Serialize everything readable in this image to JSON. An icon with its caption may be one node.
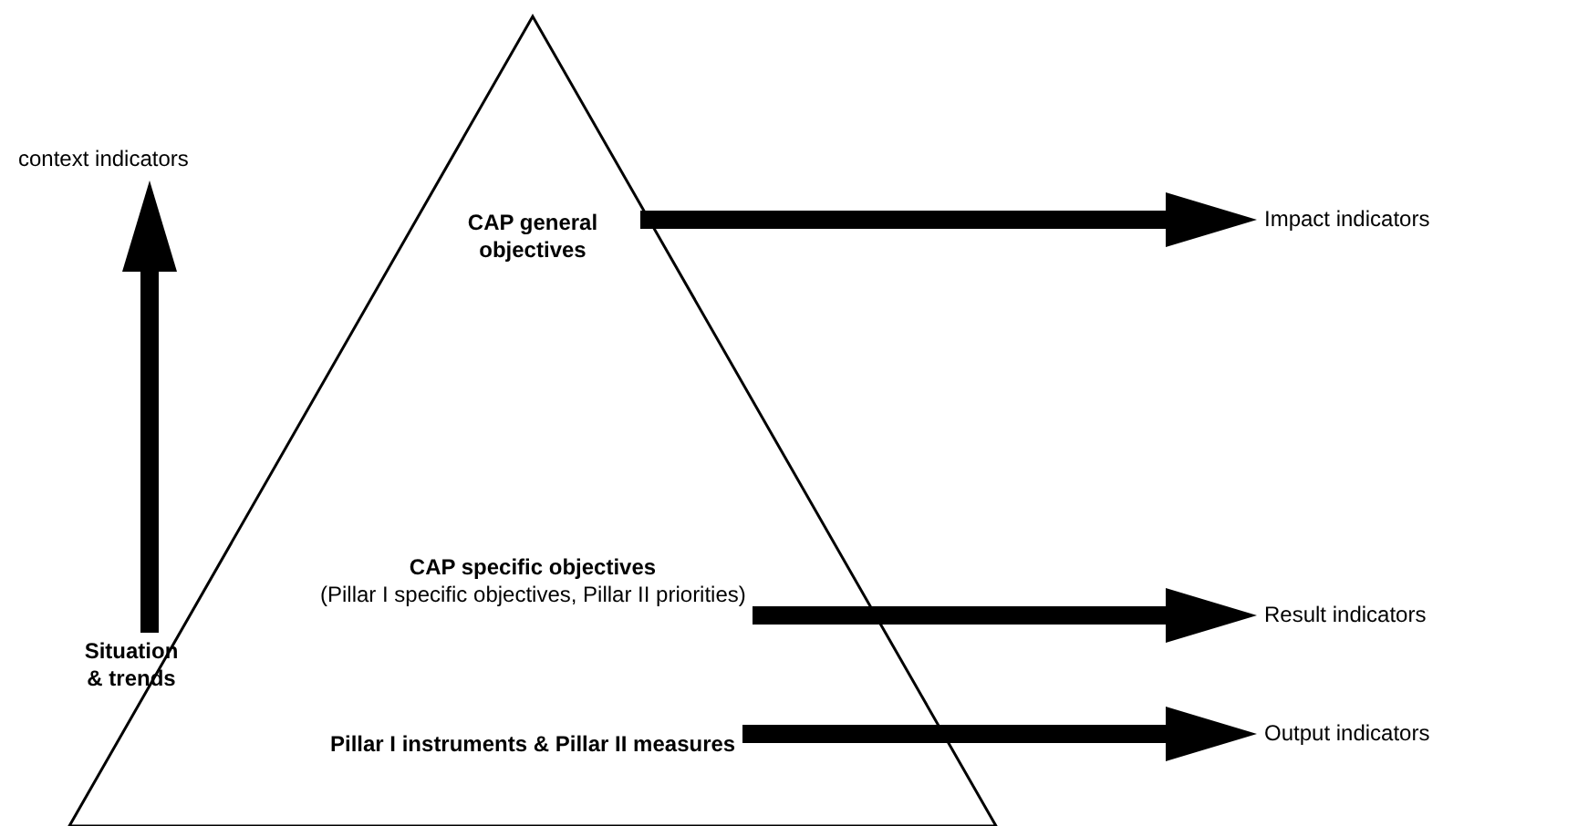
{
  "diagram": {
    "nodes": [
      {
        "text": [],
        "shape": "triangle"
      },
      {
        "text": [
          "CAP general objectives"
        ],
        "in": 0
      },
      {
        "text": [
          "CAP specific objectives",
          "(Pillar I specific objectives, Pillar II priorities)"
        ],
        "in": 0
      },
      {
        "text": [
          "Pillar I instruments & Pillar II measures"
        ],
        "in": 0
      },
      {
        "text": [
          "context indicators"
        ]
      },
      {
        "text": [
          "Situation & trends"
        ]
      },
      {
        "text": [
          "Impact indicators"
        ]
      },
      {
        "text": [
          "Result indicators"
        ]
      },
      {
        "text": [
          "Output indicators"
        ]
      }
    ],
    "edges": [
      {
        "from": 5,
        "to": 4,
        "arrow": "to"
      },
      {
        "from": 1,
        "to": 6,
        "arrow": "to"
      },
      {
        "from": 2,
        "to": 7,
        "arrow": "to"
      },
      {
        "from": 3,
        "to": 8,
        "arrow": "to"
      }
    ]
  }
}
